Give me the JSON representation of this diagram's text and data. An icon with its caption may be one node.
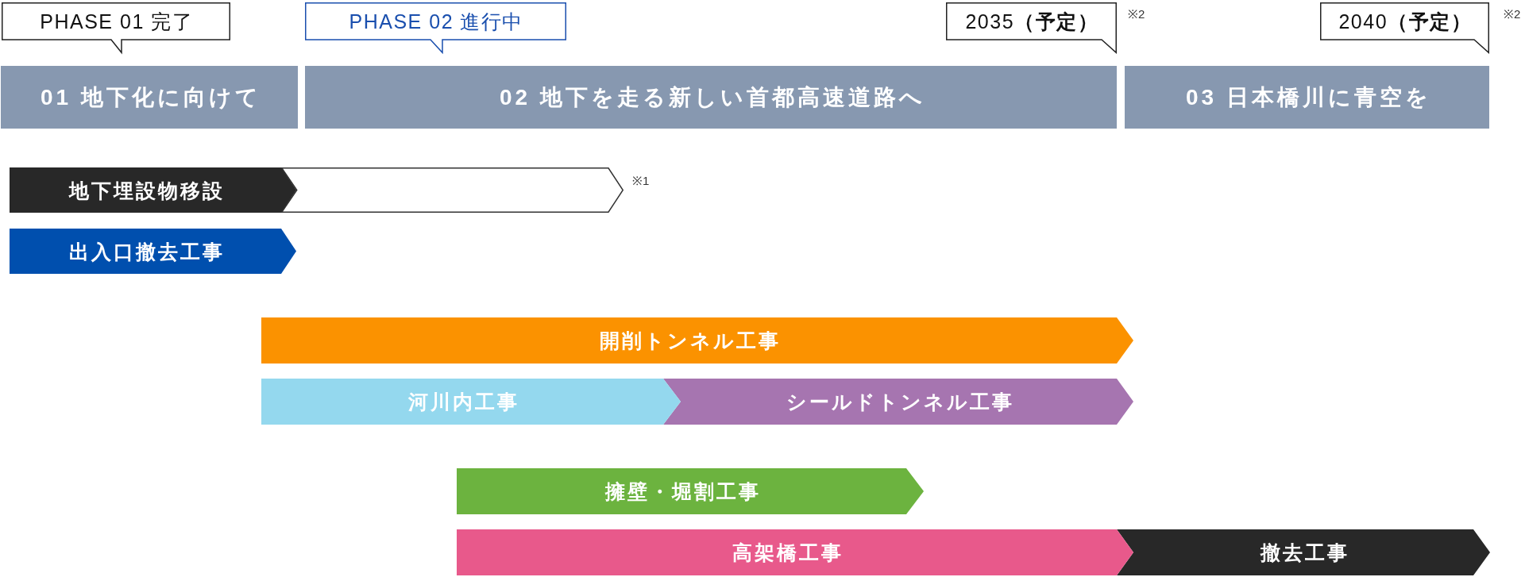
{
  "diagram": {
    "nodes": [
      {
        "text": [
          "PHASE 01 完了"
        ]
      },
      {
        "text": [
          "PHASE 02 進行中"
        ]
      },
      {
        "text": [
          "2035**（予定）**"
        ],
        "beside": [
          "※2"
        ]
      },
      {
        "text": [
          "2040**（予定）**"
        ],
        "beside": [
          "※2"
        ]
      },
      {
        "text": [
          "01 地下化に向けて"
        ]
      },
      {
        "text": [
          "02 地下を走る新しい首都高速道路へ"
        ]
      },
      {
        "text": [
          "03 日本橋川に青空を"
        ]
      },
      {
        "text": [
          "地下埋設物移設"
        ]
      },
      {
        "text": [],
        "shape": "bar",
        "beside": [
          "※1"
        ]
      },
      {
        "text": [
          "出入口撤去工事"
        ]
      },
      {
        "text": [
          "開削トンネル工事"
        ]
      },
      {
        "text": [
          "河川内工事"
        ]
      },
      {
        "text": [
          "シールドトンネル工事"
        ]
      },
      {
        "text": [
          "擁壁・堀割工事"
        ]
      },
      {
        "text": [
          "高架橋工事"
        ]
      },
      {
        "text": [
          "撤去工事"
        ]
      }
    ]
  }
}
